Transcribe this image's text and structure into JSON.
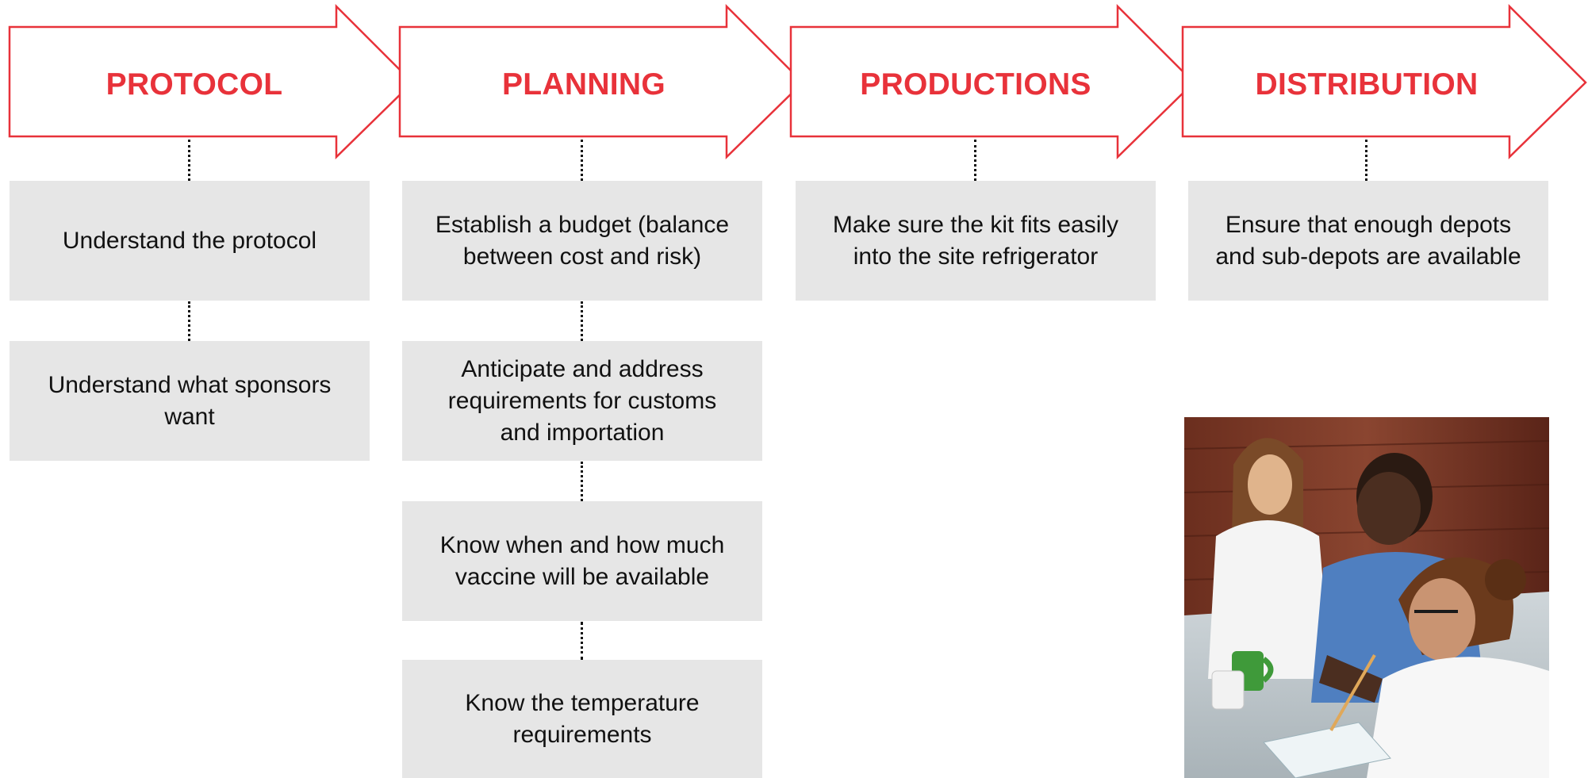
{
  "stages": [
    {
      "title": "PROTOCOL",
      "steps": [
        "Understand the protocol",
        "Understand what sponsors want"
      ]
    },
    {
      "title": "PLANNING",
      "steps": [
        "Establish a budget (balance between cost and risk)",
        "Anticipate and address requirements for customs and importation",
        "Know when and how much vaccine will be available",
        "Know the temperature requirements"
      ]
    },
    {
      "title": "PRODUCTIONS",
      "steps": [
        "Make sure the kit fits easily into the site refrigerator"
      ]
    },
    {
      "title": "DISTRIBUTION",
      "steps": [
        "Ensure that enough depots and sub-depots are available"
      ]
    }
  ],
  "colors": {
    "accent": "#e8323a",
    "box": "#e6e6e6",
    "text": "#111111"
  }
}
